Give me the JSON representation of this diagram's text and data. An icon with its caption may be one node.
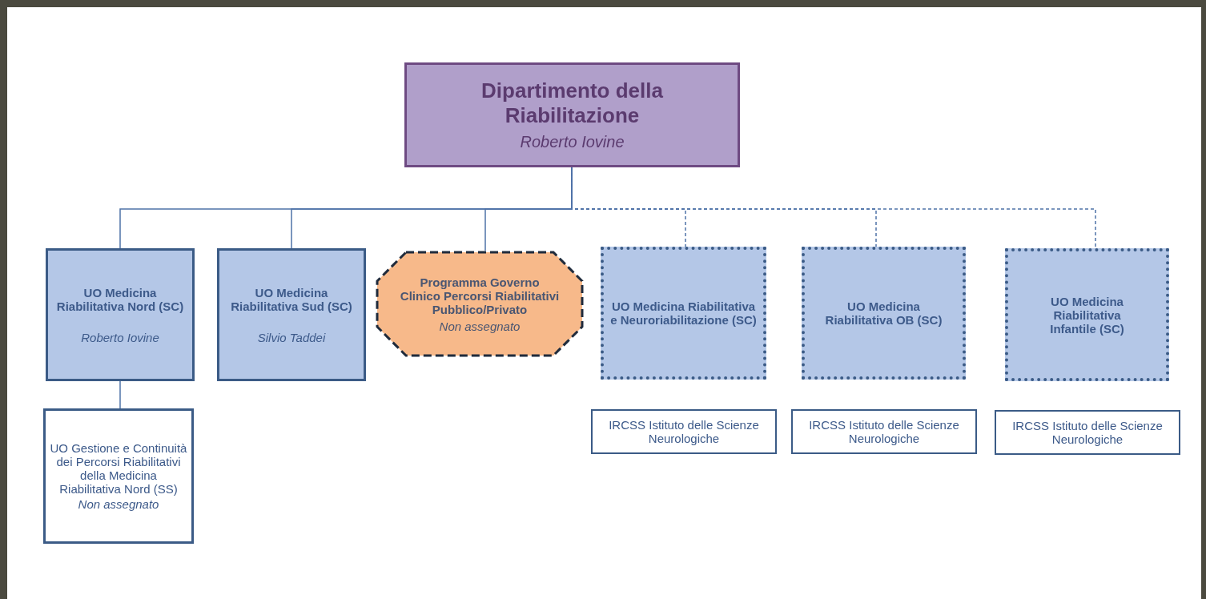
{
  "diagram": {
    "nodes": [
      {
        "text": [
          "Dipartimento della Riabilitazione",
          "Roberto Iovine"
        ]
      },
      {
        "text": [
          "UO Medicina Riabilitativa Nord (SC)",
          "Roberto Iovine"
        ]
      },
      {
        "text": [
          "UO Medicina Riabilitativa Sud (SC)",
          "Silvio Taddei"
        ]
      },
      {
        "text": [
          "Programma Governo Clinico Percorsi Riabilitativi Pubblico/Privato",
          "Non assegnato"
        ]
      },
      {
        "text": [
          "UO Medicina Riabilitativa e Neuroriabilitazione (SC)"
        ]
      },
      {
        "text": [
          "UO Medicina Riabilitativa OB (SC)"
        ]
      },
      {
        "text": [
          "UO Medicina Riabilitativa Infantile (SC)"
        ]
      },
      {
        "text": [
          "UO Gestione e Continuità dei Percorsi Riabilitativi della Medicina Riabilitativa Nord (SS)",
          "Non assegnato"
        ]
      },
      {
        "text": [
          "IRCSS Istituto delle Scienze Neurologiche"
        ]
      },
      {
        "text": [
          "IRCSS Istituto delle Scienze Neurologiche"
        ]
      },
      {
        "text": [
          "IRCSS Istituto delle Scienze Neurologiche"
        ]
      }
    ],
    "edges": [
      {
        "from": 0,
        "to": 1,
        "arrow": "none"
      },
      {
        "from": 0,
        "to": 2,
        "arrow": "none"
      },
      {
        "from": 0,
        "to": 3,
        "arrow": "none"
      },
      {
        "from": 0,
        "to": 4,
        "arrow": "none",
        "style": "dashed"
      },
      {
        "from": 0,
        "to": 5,
        "arrow": "none",
        "style": "dashed"
      },
      {
        "from": 0,
        "to": 6,
        "arrow": "none",
        "style": "dashed"
      },
      {
        "from": 1,
        "to": 7,
        "arrow": "none"
      }
    ]
  }
}
